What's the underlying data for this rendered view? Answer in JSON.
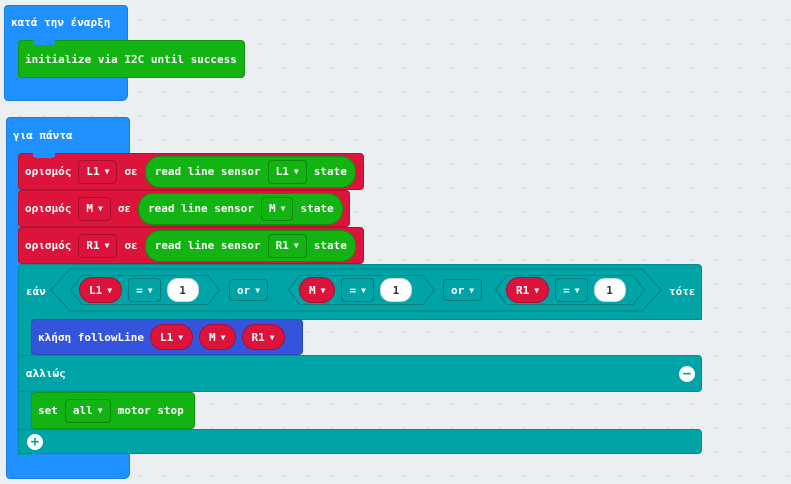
{
  "on_start": {
    "title": "κατά την έναρξη",
    "initialize_label": "initialize via I2C until success"
  },
  "forever": {
    "title": "για πάντα",
    "set_blocks": [
      {
        "keyword": "ορισμός",
        "variable": "L1",
        "to": "σε",
        "reporter": "read line sensor",
        "sensor": "L1",
        "state": "state"
      },
      {
        "keyword": "ορισμός",
        "variable": "M",
        "to": "σε",
        "reporter": "read line sensor",
        "sensor": "M",
        "state": "state"
      },
      {
        "keyword": "ορισμός",
        "variable": "R1",
        "to": "σε",
        "reporter": "read line sensor",
        "sensor": "R1",
        "state": "state"
      }
    ],
    "if_block": {
      "if": "εάν",
      "then": "τότε",
      "else": "αλλιώς",
      "conditions": [
        {
          "var": "L1",
          "op": "=",
          "value": "1"
        },
        {
          "var": "M",
          "op": "=",
          "value": "1"
        },
        {
          "var": "R1",
          "op": "=",
          "value": "1"
        }
      ],
      "joiners": [
        "or",
        "or"
      ]
    },
    "call_block": {
      "label": "κλήση followLine",
      "args": [
        "L1",
        "M",
        "R1"
      ]
    },
    "motor_block": {
      "set": "set",
      "target": "all",
      "action": "motor stop"
    }
  },
  "colors": {
    "event": "#1e90ff",
    "motor": "#12b312",
    "variables": "#dc143c",
    "logic": "#00a4a6",
    "functions": "#3455db"
  }
}
